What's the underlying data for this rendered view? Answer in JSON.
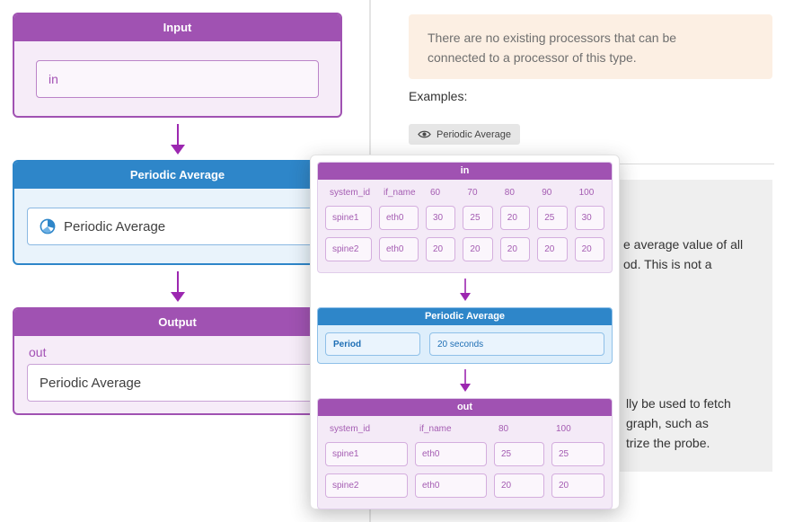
{
  "left_panel": {
    "input_box": {
      "title": "Input",
      "field_value": "in"
    },
    "processor_box": {
      "title": "Periodic Average",
      "field_value": "Periodic Average"
    },
    "output_box": {
      "title": "Output",
      "field_label": "out",
      "field_value": "Periodic Average"
    }
  },
  "right_panel": {
    "notice_text": "There are no existing processors that can be connected to a processor of this type.",
    "examples_label": "Examples:",
    "example_button": "Periodic Average",
    "visible_text_fragments": [
      "e average value of all",
      "od. This is not a",
      "lly be used to fetch",
      "graph, such as",
      "trize the probe."
    ]
  },
  "popup": {
    "in_table": {
      "title": "in",
      "columns": [
        "system_id",
        "if_name",
        "60",
        "70",
        "80",
        "90",
        "100"
      ],
      "rows": [
        [
          "spine1",
          "eth0",
          "30",
          "25",
          "20",
          "25",
          "30"
        ],
        [
          "spine2",
          "eth0",
          "20",
          "20",
          "20",
          "20",
          "20"
        ]
      ]
    },
    "processor": {
      "title": "Periodic Average",
      "param_name": "Period",
      "param_value": "20 seconds"
    },
    "out_table": {
      "title": "out",
      "columns": [
        "system_id",
        "if_name",
        "80",
        "100"
      ],
      "rows": [
        [
          "spine1",
          "eth0",
          "25",
          "25"
        ],
        [
          "spine2",
          "eth0",
          "20",
          "20"
        ]
      ]
    }
  },
  "colors": {
    "purple_header": "#a052b2",
    "arrow_purple": "#9c27b0",
    "blue_header": "#2e86c9",
    "notice_background": "#fcefe3",
    "description_panel_background": "#efefef"
  }
}
